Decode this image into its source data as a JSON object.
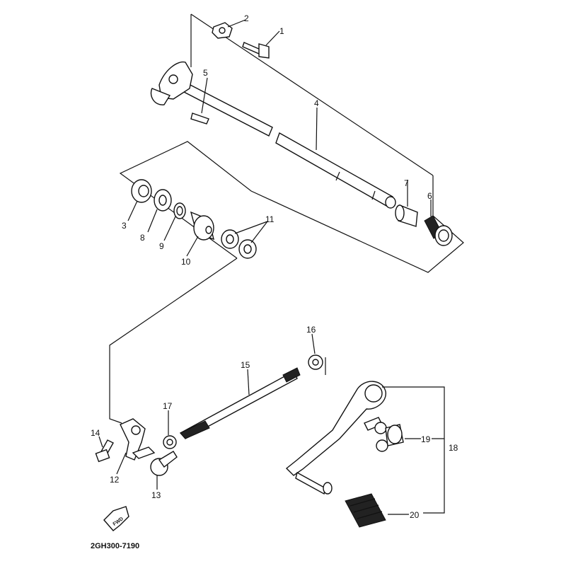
{
  "diagram": {
    "part_code": "2GH300-7190",
    "fwd_arrow_text": "FWD",
    "callouts": [
      "1",
      "2",
      "3",
      "4",
      "5",
      "6",
      "7",
      "8",
      "9",
      "10",
      "11",
      "12",
      "13",
      "14",
      "15",
      "16",
      "17",
      "18",
      "19",
      "20"
    ]
  }
}
